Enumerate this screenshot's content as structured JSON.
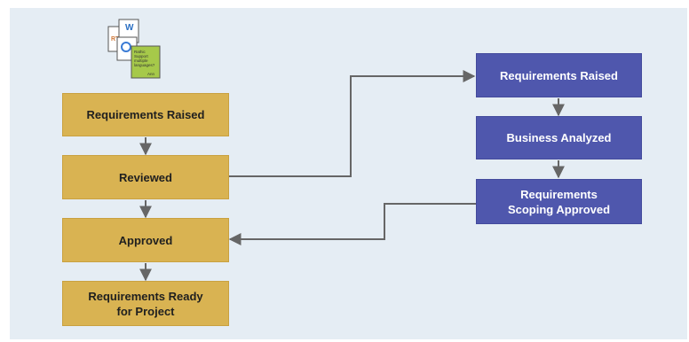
{
  "left_flow": {
    "requirements_raised": "Requirements Raised",
    "reviewed": "Reviewed",
    "approved": "Approved",
    "ready_line1": "Requirements Ready",
    "ready_line2": "for Project"
  },
  "right_flow": {
    "requirements_raised": "Requirements Raised",
    "business_analyzed": "Business Analyzed",
    "scoping_line1": "Requirements",
    "scoping_line2": "Scoping Approved"
  },
  "document_icons": {
    "rtf_label": "RTF",
    "word_label": "W",
    "note_lines": [
      "Rathic",
      "Support",
      "multiple",
      "languages?"
    ],
    "note_footer": "Ann"
  },
  "colors": {
    "gold": "#d9b352",
    "blue": "#4f57ad",
    "connector": "#666666",
    "background": "#e5edf4"
  }
}
